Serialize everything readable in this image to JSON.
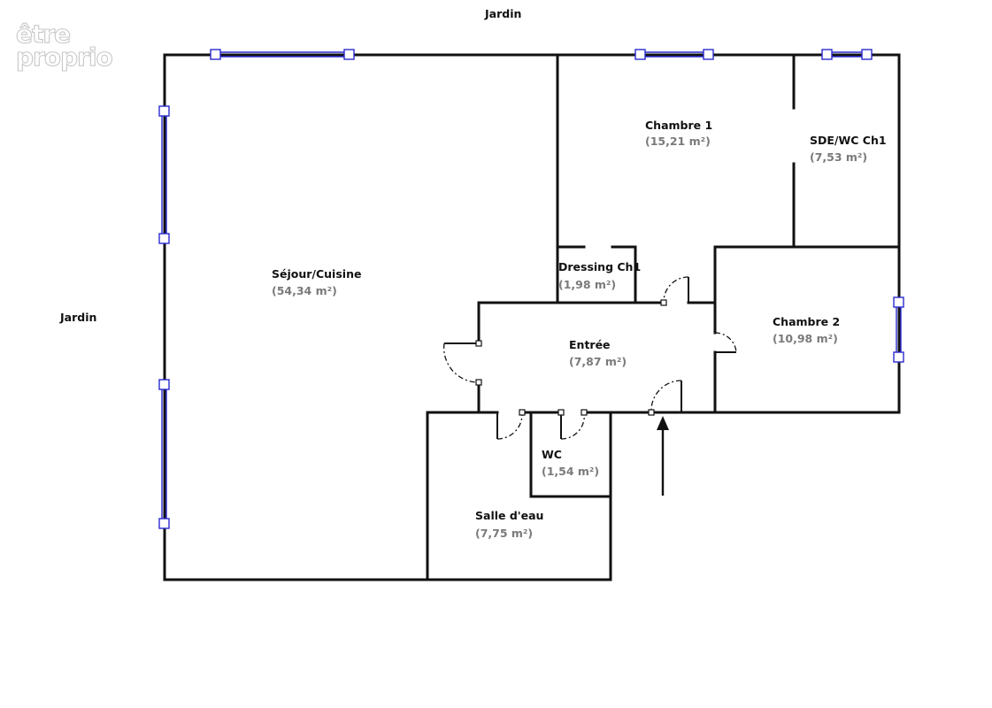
{
  "logo": {
    "line1": "être",
    "line2": "proprio"
  },
  "exterior": {
    "top": "Jardin",
    "left": "Jardin"
  },
  "rooms": {
    "sejour": {
      "name": "Séjour/Cuisine",
      "area": "(54,34 m²)"
    },
    "chambre1": {
      "name": "Chambre 1",
      "area": "(15,21 m²)"
    },
    "sde": {
      "name": "SDE/WC Ch1",
      "area": "(7,53 m²)"
    },
    "dressing": {
      "name": "Dressing Ch1",
      "area": "(1,98 m²)"
    },
    "chambre2": {
      "name": "Chambre 2",
      "area": "(10,98 m²)"
    },
    "entree": {
      "name": "Entrée",
      "area": "(7,87 m²)"
    },
    "wc": {
      "name": "WC",
      "area": "(1,54 m²)"
    },
    "salle": {
      "name": "Salle d'eau",
      "area": "(7,75 m²)"
    }
  },
  "colors": {
    "wall": "#111111",
    "window": "#2a2ad0",
    "area_text": "#7a7a7a"
  }
}
